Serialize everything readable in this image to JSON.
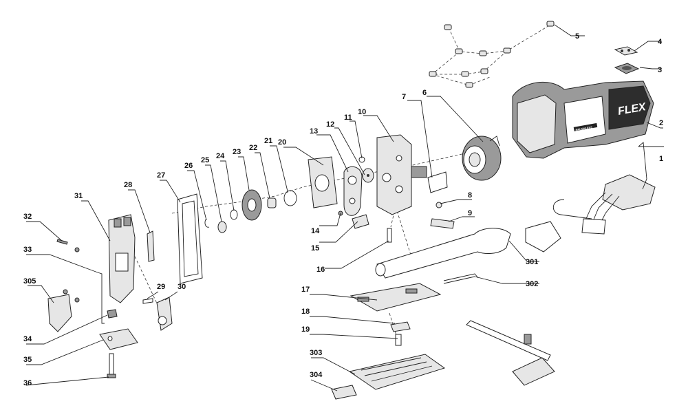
{
  "callouts": [
    "1",
    "2",
    "3",
    "4",
    "5",
    "6",
    "7",
    "8",
    "9",
    "10",
    "11",
    "12",
    "13",
    "14",
    "15",
    "16",
    "17",
    "18",
    "19",
    "20",
    "21",
    "22",
    "23",
    "24",
    "25",
    "26",
    "27",
    "28",
    "29",
    "30",
    "31",
    "32",
    "33",
    "34",
    "35",
    "36",
    "301",
    "302",
    "303",
    "304",
    "305"
  ],
  "brand_logo": "FLEX",
  "badge_text": "BRUSHLESS"
}
